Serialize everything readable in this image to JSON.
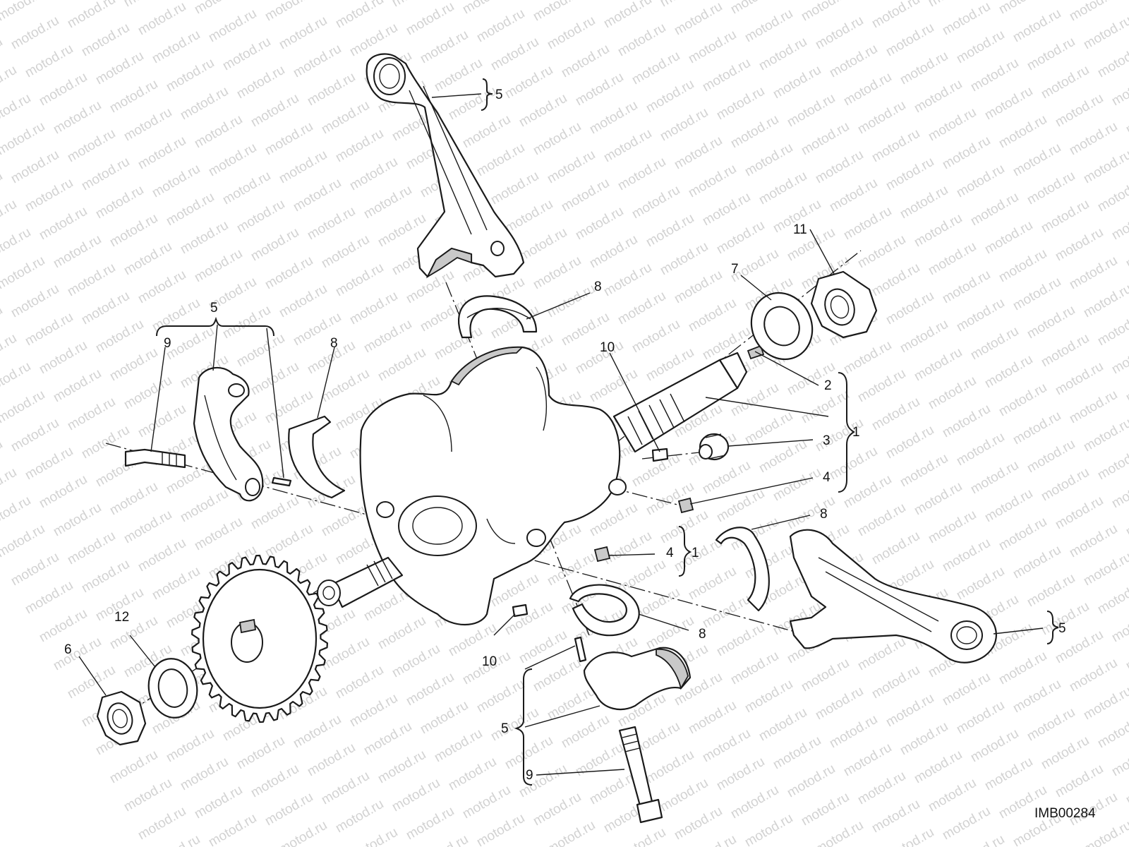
{
  "watermark_text": "motod.ru",
  "image_code": "IMB00284",
  "callouts": {
    "c5_top": "5",
    "c5_left": "5",
    "c9_left": "9",
    "c8_left": "8",
    "c8_top": "8",
    "c10_top": "10",
    "c11": "11",
    "c7": "7",
    "c2": "2",
    "c3": "3",
    "c4_upper": "4",
    "c1_upper": "1",
    "c4_lower": "4",
    "c1_lower": "1",
    "c8_right": "8",
    "c5_right": "5",
    "c8_bottom": "8",
    "c10_bottom": "10",
    "c12": "12",
    "c6": "6",
    "c5_bottom": "5",
    "c9_bottom": "9"
  }
}
